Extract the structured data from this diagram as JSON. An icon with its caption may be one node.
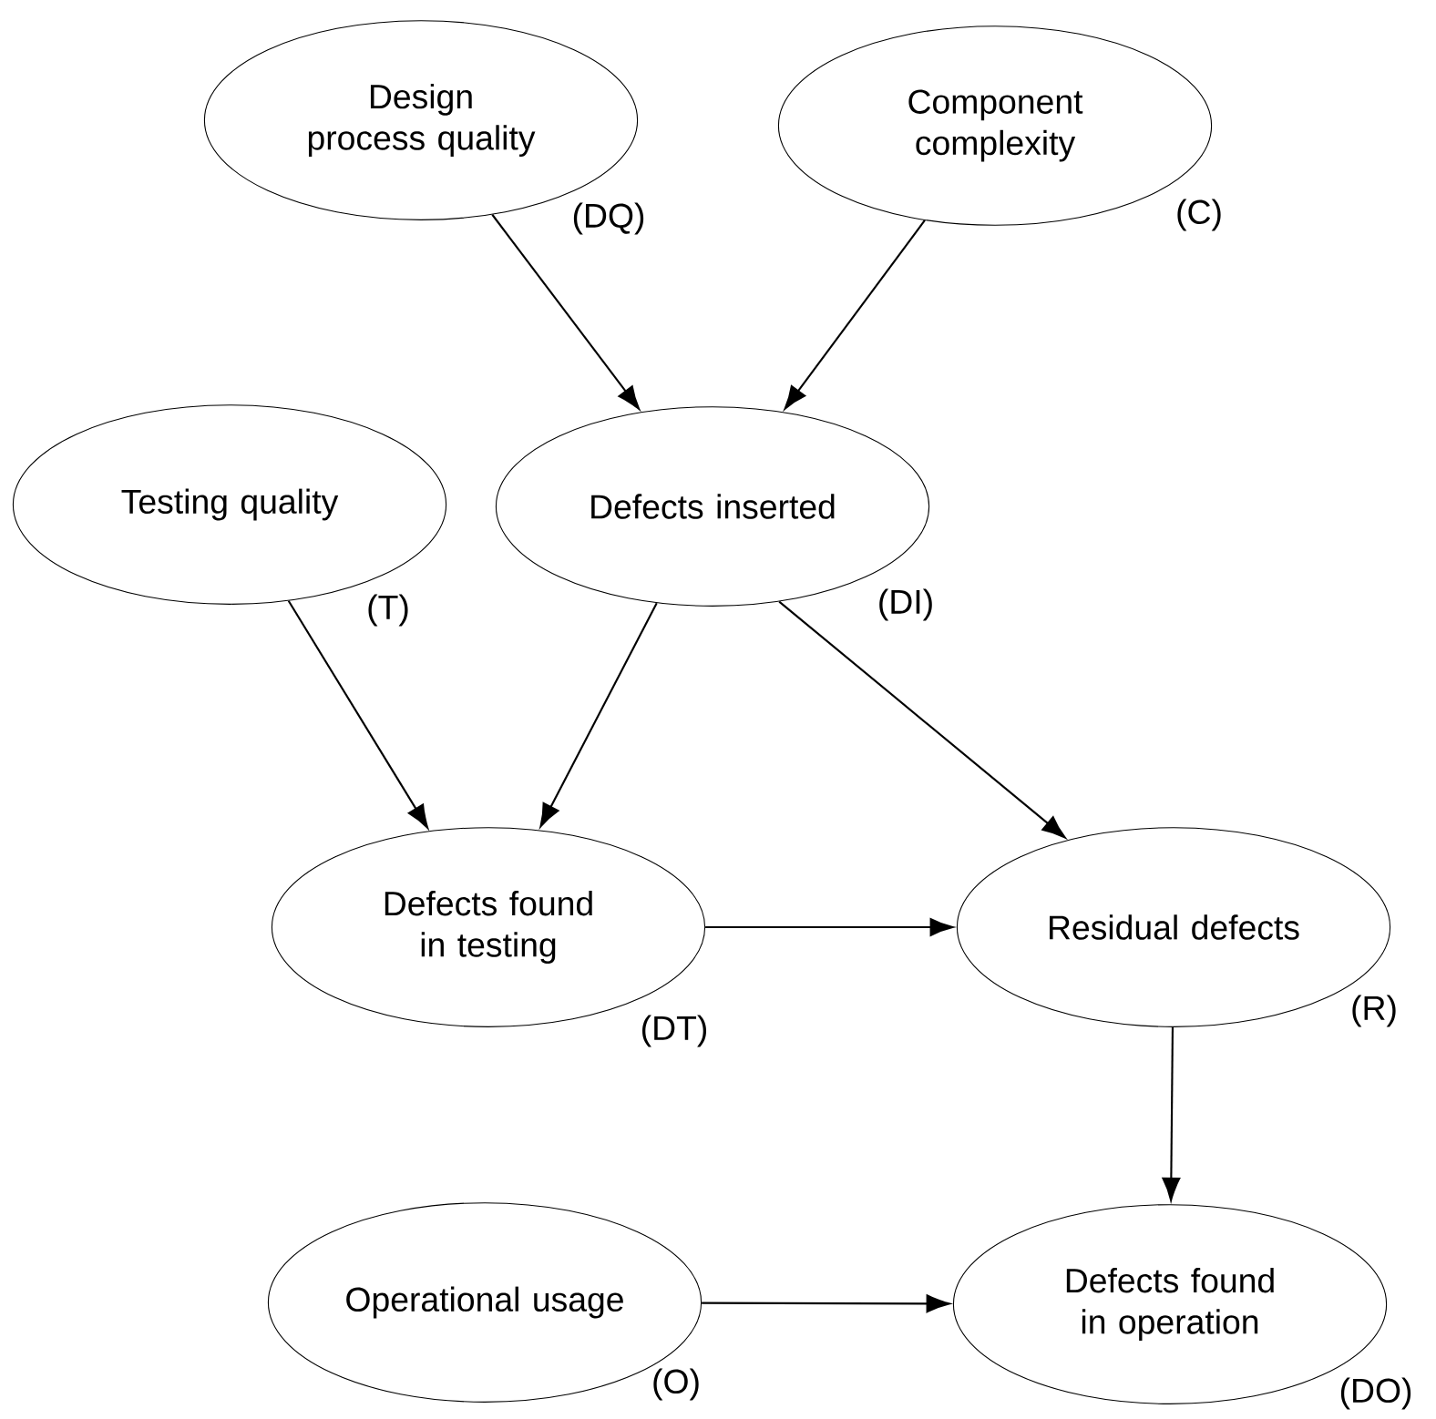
{
  "diagram": {
    "nodes": [
      {
        "text": [
          "Design process quality"
        ],
        "beside": [
          "(DQ)"
        ]
      },
      {
        "text": [
          "Component complexity"
        ],
        "beside": [
          "(C)"
        ]
      },
      {
        "text": [
          "Testing quality"
        ],
        "beside": [
          "(T)"
        ]
      },
      {
        "text": [
          "Defects inserted"
        ],
        "beside": [
          "(DI)"
        ]
      },
      {
        "text": [
          "Defects found in testing"
        ],
        "beside": [
          "(DT)"
        ]
      },
      {
        "text": [
          "Residual defects"
        ],
        "beside": [
          "(R)"
        ]
      },
      {
        "text": [
          "Operational usage"
        ],
        "beside": [
          "(O)"
        ]
      },
      {
        "text": [
          "Defects found in operation"
        ],
        "beside": [
          "(DO)"
        ]
      }
    ],
    "edges": [
      {
        "from": 0,
        "to": 3,
        "arrow": "to"
      },
      {
        "from": 1,
        "to": 3,
        "arrow": "to"
      },
      {
        "from": 2,
        "to": 4,
        "arrow": "to"
      },
      {
        "from": 3,
        "to": 4,
        "arrow": "to"
      },
      {
        "from": 3,
        "to": 5,
        "arrow": "to"
      },
      {
        "from": 4,
        "to": 5,
        "arrow": "to"
      },
      {
        "from": 5,
        "to": 7,
        "arrow": "to"
      },
      {
        "from": 6,
        "to": 7,
        "arrow": "to"
      }
    ]
  }
}
